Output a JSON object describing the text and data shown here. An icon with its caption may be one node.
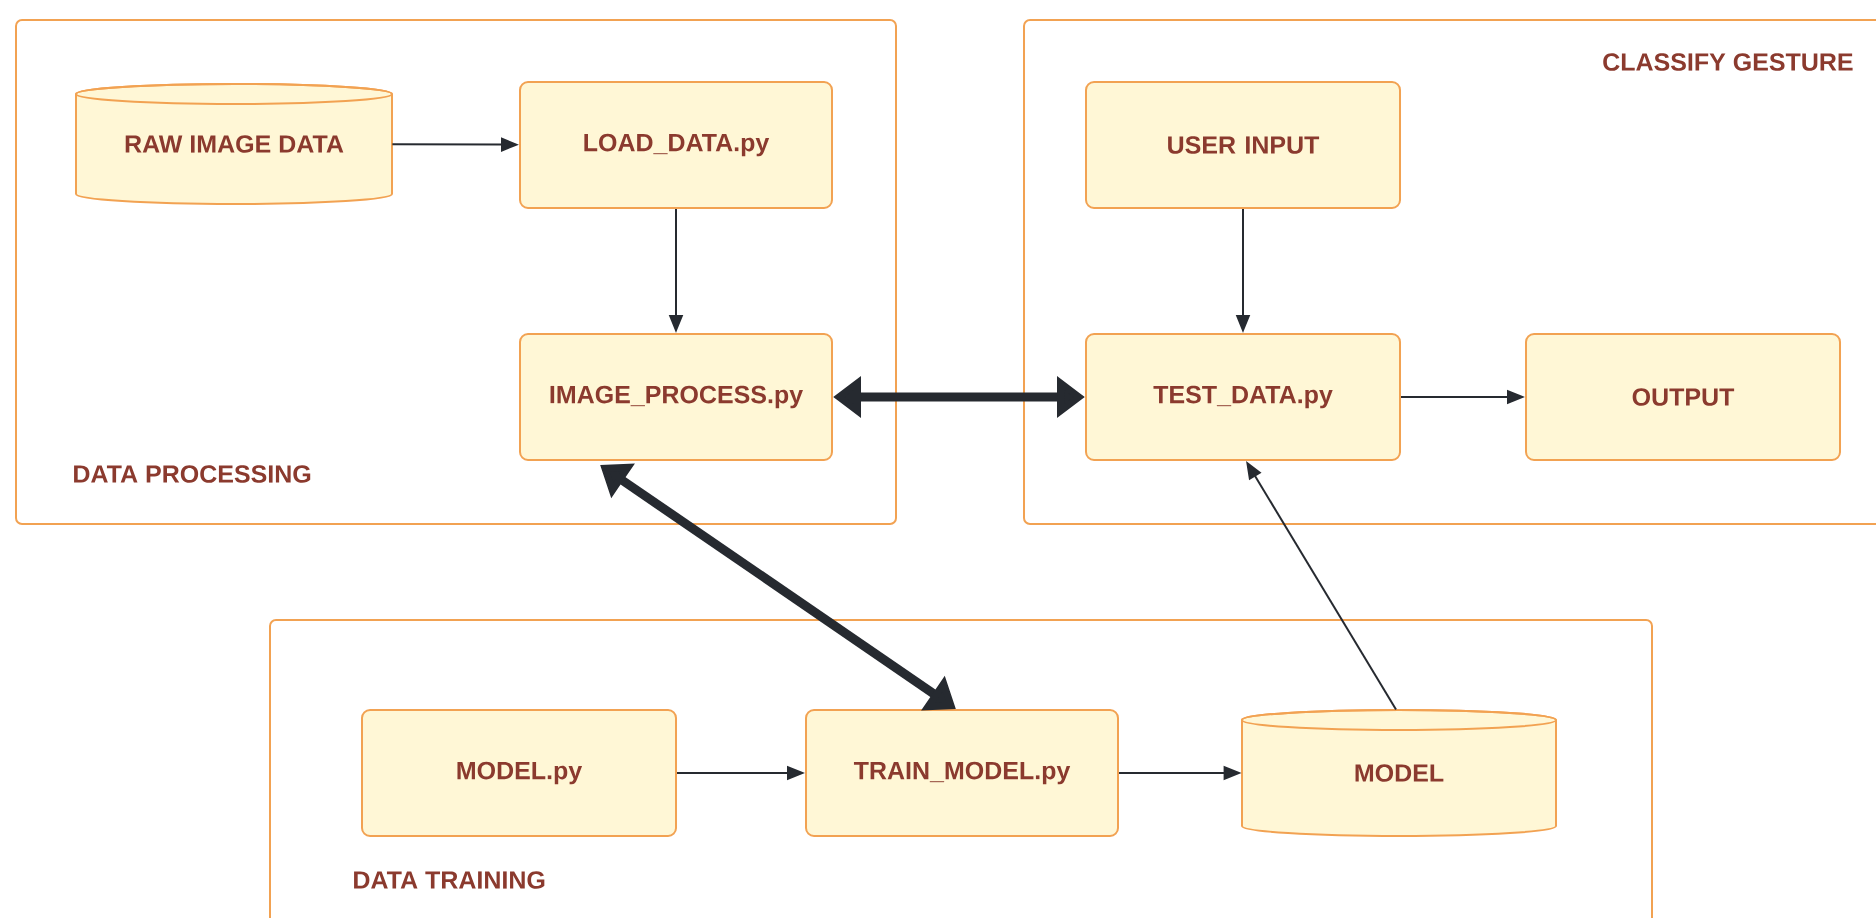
{
  "diagram": {
    "nodes": [
      {
        "text": [
          "DATA PROCESSING"
        ]
      },
      {
        "text": [
          "RAW IMAGE DATA"
        ],
        "in": 0
      },
      {
        "text": [
          "LOAD_DATA.py"
        ],
        "in": 0
      },
      {
        "text": [
          "IMAGE_PROCESS.py"
        ],
        "in": 0
      },
      {
        "text": [
          "CLASSIFY GESTURE"
        ]
      },
      {
        "text": [
          "USER INPUT"
        ],
        "in": 4
      },
      {
        "text": [
          "TEST_DATA.py"
        ],
        "in": 4
      },
      {
        "text": [
          "OUTPUT"
        ],
        "in": 4
      },
      {
        "text": [
          "DATA TRAINING"
        ]
      },
      {
        "text": [
          "MODEL.py"
        ],
        "in": 8
      },
      {
        "text": [
          "TRAIN_MODEL.py"
        ],
        "in": 8
      },
      {
        "text": [
          "MODEL"
        ],
        "in": 8
      }
    ],
    "edges": [
      {
        "from": 1,
        "to": 2,
        "arrow": "to"
      },
      {
        "from": 2,
        "to": 3,
        "arrow": "to"
      },
      {
        "from": 3,
        "to": 6,
        "arrow": "both",
        "style": "thick"
      },
      {
        "from": 3,
        "to": 10,
        "arrow": "both",
        "style": "thick"
      },
      {
        "from": 5,
        "to": 6,
        "arrow": "to"
      },
      {
        "from": 6,
        "to": 7,
        "arrow": "to"
      },
      {
        "from": 11,
        "to": 6,
        "arrow": "to"
      },
      {
        "from": 9,
        "to": 10,
        "arrow": "to"
      },
      {
        "from": 10,
        "to": 11,
        "arrow": "to"
      }
    ]
  }
}
